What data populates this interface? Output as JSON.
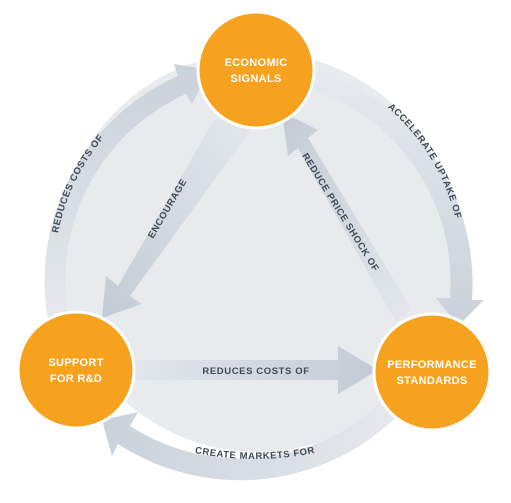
{
  "colors": {
    "node_fill": "#f6a21e",
    "node_stroke": "#ffffff",
    "ring_fill": "#e4e7eb",
    "arrow_fill": "#cfd6de",
    "label_color": "#3f4a57"
  },
  "nodes": {
    "economic": {
      "line1": "ECONOMIC",
      "line2": "SIGNALS"
    },
    "support": {
      "line1": "SUPPORT",
      "line2": "FOR R&D"
    },
    "performance": {
      "line1": "PERFORMANCE",
      "line2": "STANDARDS"
    }
  },
  "edges": {
    "outer_left": "REDUCES COSTS OF",
    "outer_right": "ACCELERATE UPTAKE OF",
    "outer_bottom": "CREATE MARKETS FOR",
    "inner_encourage": "ENCOURAGE",
    "inner_reduce_price": "REDUCE PRICE SHOCK OF",
    "inner_reduces_costs": "REDUCES COSTS OF"
  }
}
